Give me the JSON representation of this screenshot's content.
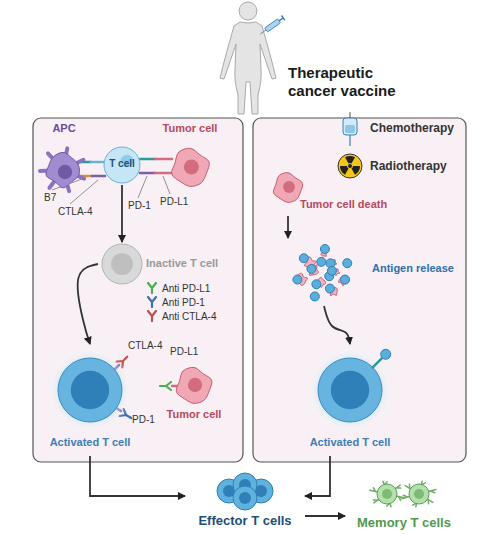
{
  "diagram": {
    "title": "Therapeutic cancer vaccine",
    "nodes": [
      {
        "text": [
          "APC"
        ]
      },
      {
        "text": [
          "T cell"
        ]
      },
      {
        "text": [
          "Tumor cell"
        ]
      },
      {
        "text": [
          "Inactive T cell"
        ]
      },
      {
        "text": [
          "Activated T cell"
        ]
      },
      {
        "text": [
          "Tumor cell"
        ]
      },
      {
        "text": [
          "Tumor cell death"
        ]
      },
      {
        "text": [
          "Antigen release"
        ]
      },
      {
        "text": [
          "Activated T cell"
        ]
      },
      {
        "text": [
          "Effector T cells"
        ]
      },
      {
        "text": [
          "Memory T cells"
        ]
      }
    ],
    "edges": [
      {
        "from": 1,
        "to": 3,
        "arrow": "to"
      },
      {
        "from": 3,
        "to": 4,
        "arrow": "to"
      },
      {
        "from": 4,
        "to": 9,
        "arrow": "to"
      },
      {
        "from": 6,
        "to": 7,
        "arrow": "to"
      },
      {
        "from": 7,
        "to": 8,
        "arrow": "to"
      },
      {
        "from": 8,
        "to": 9,
        "arrow": "to"
      },
      {
        "from": 9,
        "to": 10,
        "arrow": "to"
      }
    ],
    "labels": [
      "B7",
      "CTLA-4",
      "PD-1",
      "PD-L1",
      "CTLA-4",
      "PD-1",
      "PD-L1",
      "Chemotherapy",
      "Radiotherapy"
    ],
    "legend": [
      {
        "text": "Anti PD-L1",
        "color": "#4caf50"
      },
      {
        "text": "Anti PD-1",
        "color": "#3f6fb5"
      },
      {
        "text": "Anti CTLA-4",
        "color": "#c0504d"
      }
    ]
  }
}
